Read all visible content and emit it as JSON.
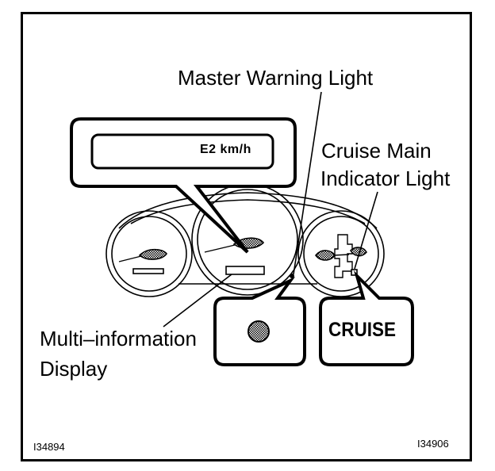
{
  "labels": {
    "master_warning": "Master Warning Light",
    "cruise_main_line1": "Cruise Main",
    "cruise_main_line2": "Indicator Light",
    "multi_info_line1": "Multi–information",
    "multi_info_line2": "Display"
  },
  "display_text": "E2 km/h",
  "cruise_text": "CRUISE",
  "codes": {
    "left": "I34894",
    "right": "I34906"
  },
  "colors": {
    "ink": "#000000",
    "paper": "#ffffff",
    "warning_dot": "#888888"
  }
}
